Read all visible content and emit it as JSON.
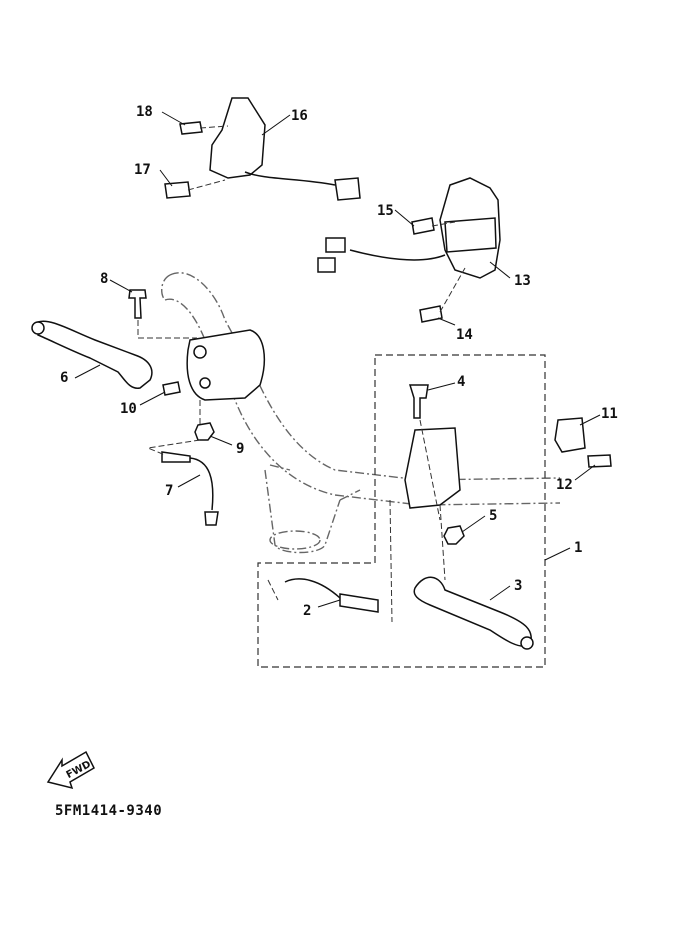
{
  "callouts": {
    "c1": "1",
    "c2": "2",
    "c3": "3",
    "c4": "4",
    "c5": "5",
    "c6": "6",
    "c7": "7",
    "c8": "8",
    "c9": "9",
    "c10": "10",
    "c11": "11",
    "c12": "12",
    "c13": "13",
    "c14": "14",
    "c15": "15",
    "c16": "16",
    "c17": "17",
    "c18": "18"
  },
  "fwd_label": "FWD",
  "part_number": "5FM1414-9340"
}
